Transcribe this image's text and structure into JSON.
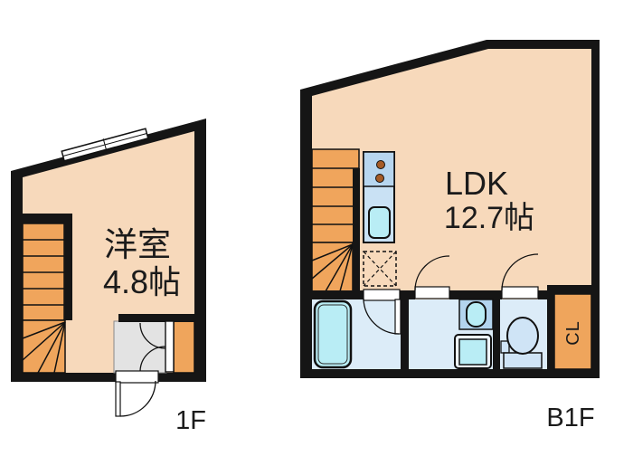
{
  "document_type": "floor-plan",
  "palette": {
    "wall": "#151515",
    "floor": "#f7d9bb",
    "stairs_orange": "#f0a55c",
    "closet_orange": "#efa55c",
    "genkan_gray": "#e3e3e3",
    "room_blue": "#dcecf8",
    "counter_blue": "#c9e1f4",
    "stove_blue": "#b7d6ef",
    "water_cyan": "#b9edf5",
    "cabinet_blue": "#b3d4ee",
    "toilet_blue": "#cfe4f6",
    "washer_white": "#ecf4fb",
    "burner_brown": "#a55b26",
    "door_white": "#ffffff"
  },
  "floor_1f": {
    "floor_label": "1F",
    "room_name": "洋室",
    "room_size": "4.8帖"
  },
  "floor_b1f": {
    "floor_label": "B1F",
    "room_name": "LDK",
    "room_size": "12.7帖",
    "closet_label": "CL"
  }
}
